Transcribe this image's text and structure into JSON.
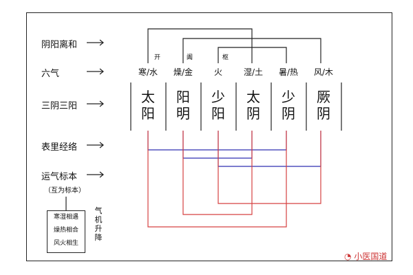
{
  "row_labels": {
    "lihe": "阴阳离和",
    "liuqi": "六气",
    "sanyin": "三阴三阳",
    "biaoli": "表里经络",
    "biaoben": "运气标本",
    "biaoben_sub": "（互为标本）"
  },
  "arrow_symbol": "→",
  "pivot_labels": {
    "kai": "开",
    "he": "阖",
    "shu": "枢"
  },
  "six_qi": [
    "寒/水",
    "燥/金",
    "火",
    "湿/土",
    "暑/热",
    "风/木"
  ],
  "meridians": [
    {
      "top": "太",
      "bottom": "阳"
    },
    {
      "top": "阳",
      "bottom": "明"
    },
    {
      "top": "少",
      "bottom": "阳"
    },
    {
      "top": "太",
      "bottom": "阴"
    },
    {
      "top": "少",
      "bottom": "阴"
    },
    {
      "top": "厥",
      "bottom": "阴"
    }
  ],
  "box_lines": [
    "寒湿相遇",
    "燥热相合",
    "风火相生"
  ],
  "vertical_text": [
    "气",
    "机",
    "升",
    "降"
  ],
  "watermark": "小医国道",
  "colors": {
    "blue": "#2f2fb0",
    "red": "#d64040",
    "black": "#222222"
  }
}
